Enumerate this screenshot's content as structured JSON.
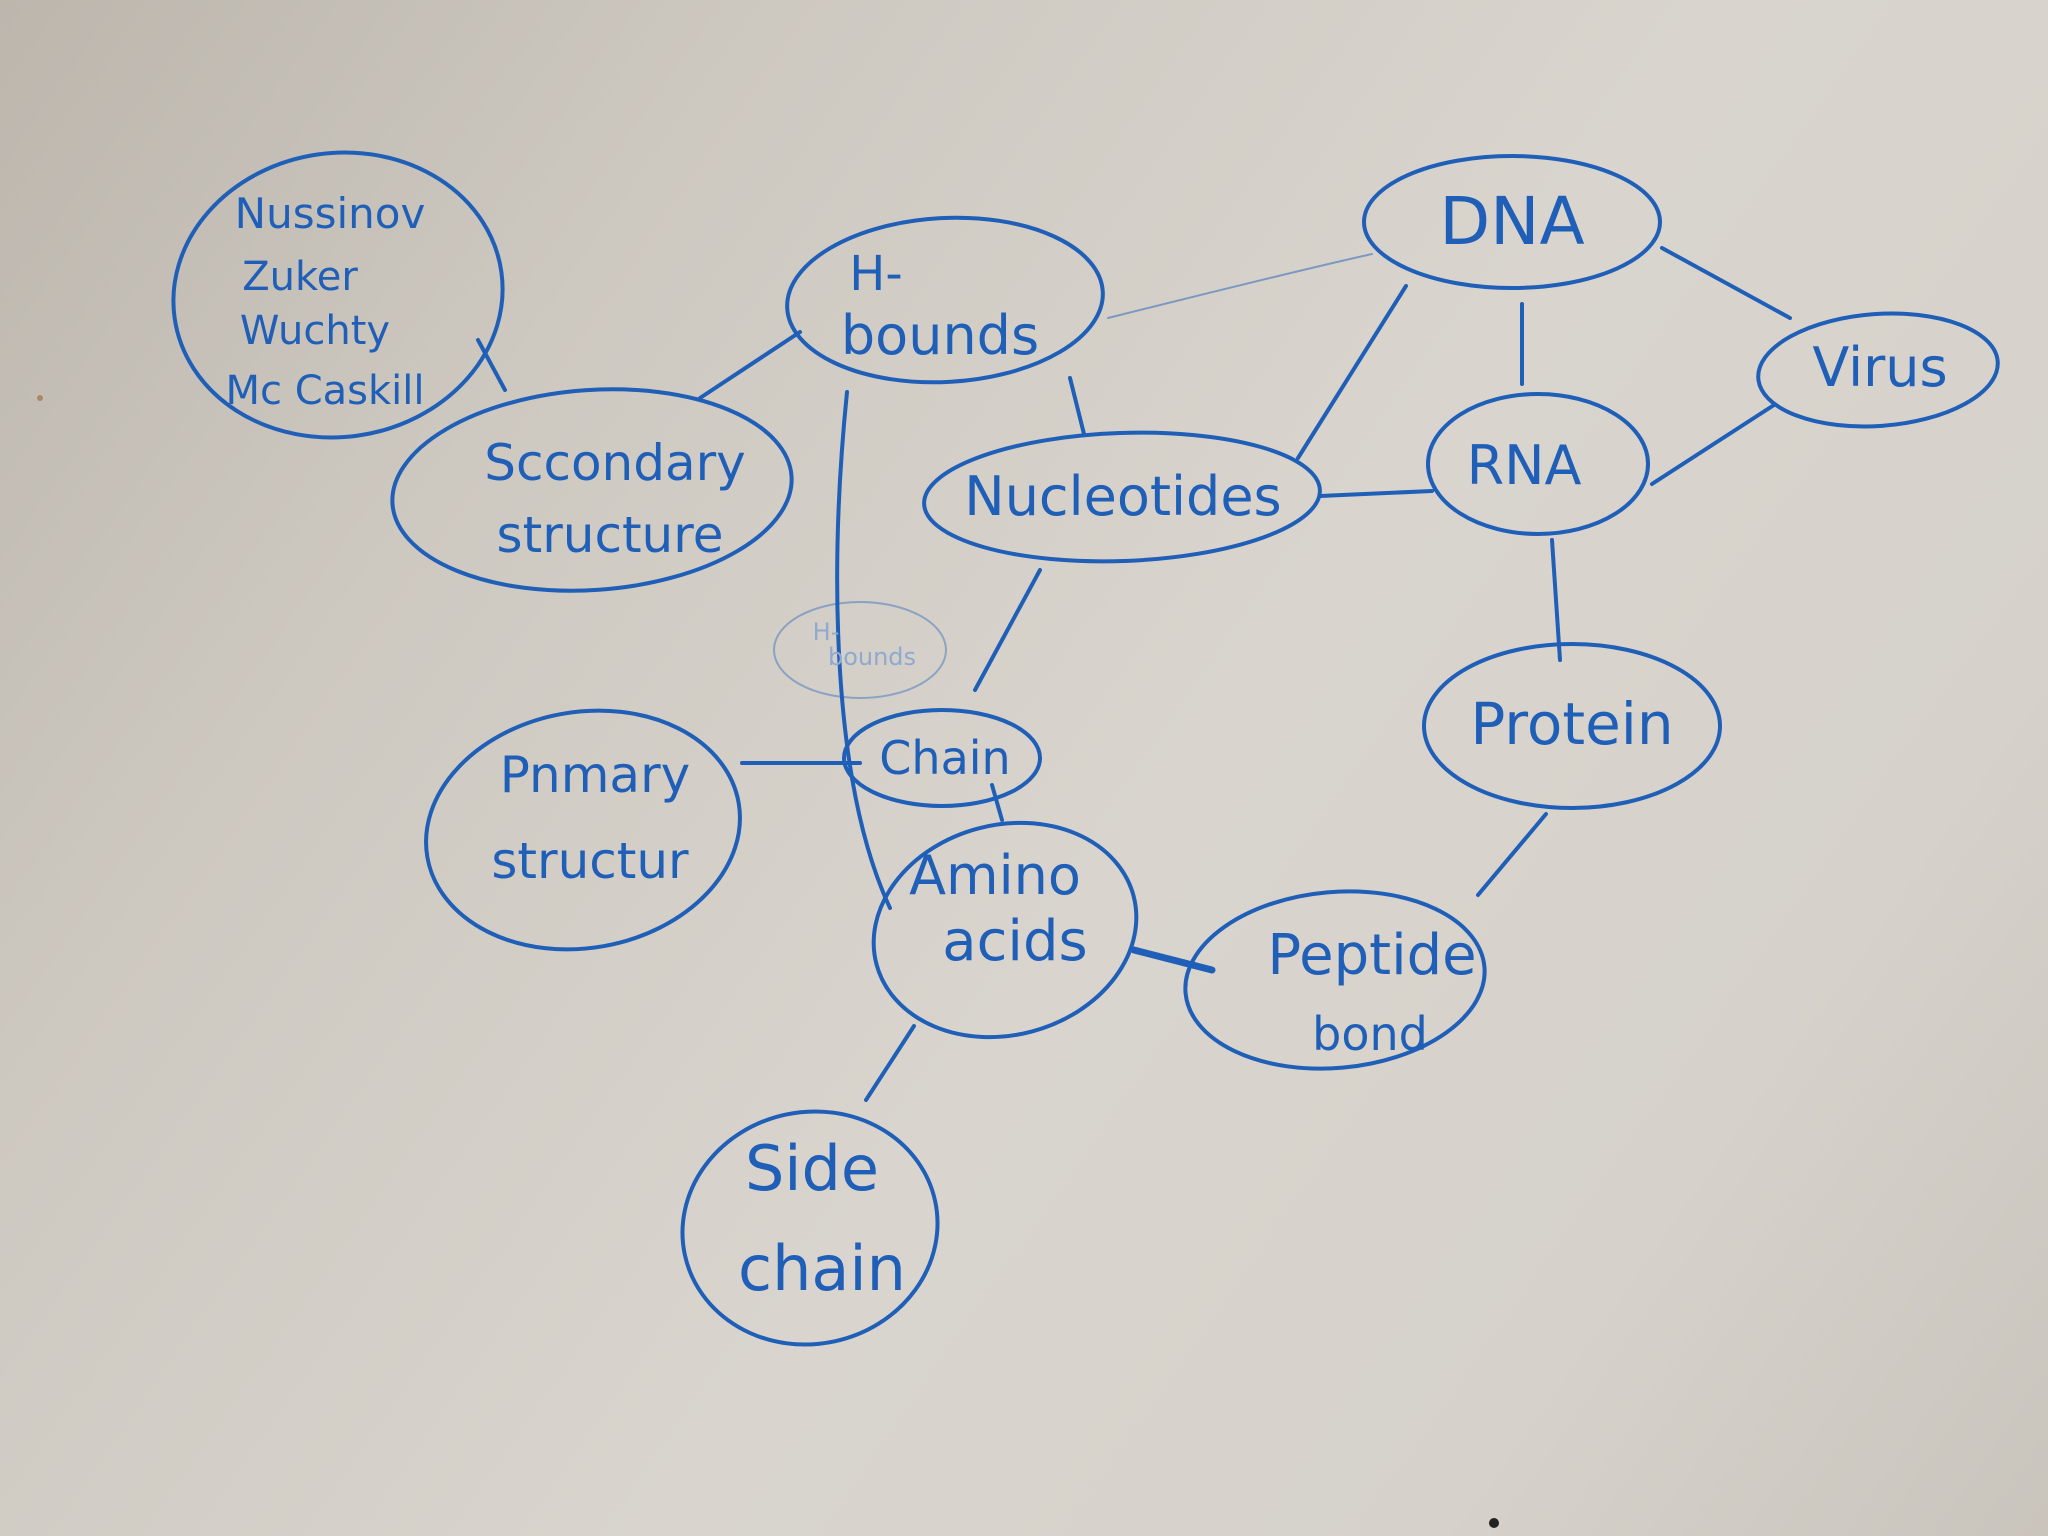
{
  "diagram": {
    "nodes": {
      "algorithms": [
        "Nussinov",
        "Zuker",
        "Wuchty",
        "Mc Caskill"
      ],
      "secondary_structure": [
        "Sccondary",
        "structure"
      ],
      "h_bounds": [
        "H-",
        "bounds"
      ],
      "h_bounds_faint": [
        "H-",
        "bounds"
      ],
      "dna": "DNA",
      "virus": "Virus",
      "rna": "RNA",
      "nucleotides": "Nucleotides",
      "chain": "Chain",
      "primary_structure": [
        "Pnmary",
        "structur"
      ],
      "protein": "Protein",
      "amino_acids": [
        "Amino",
        "acids"
      ],
      "peptide_bond": [
        "Peptide",
        "bond"
      ],
      "side_chain": [
        "Side",
        "chain"
      ]
    },
    "ink_color": "#1f5fb8",
    "paper_color": "#d6d2cb"
  }
}
